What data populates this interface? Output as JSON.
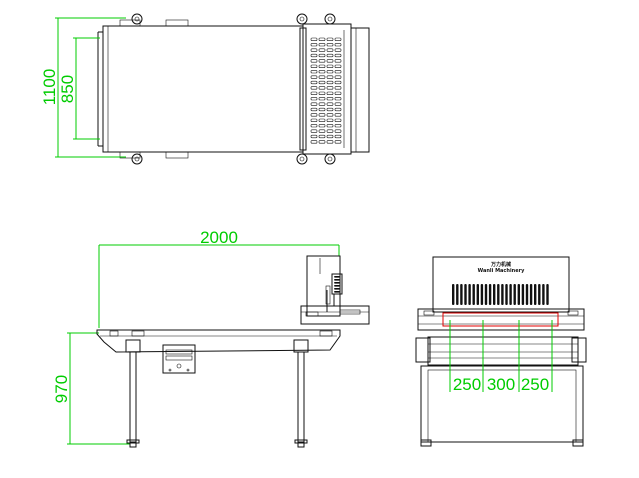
{
  "dimensions": {
    "top_view_outer_width": "1100",
    "top_view_inner_width": "850",
    "side_view_length": "2000",
    "side_view_height": "970",
    "front_view_section_left": "250",
    "front_view_section_middle": "300",
    "front_view_section_right": "250"
  },
  "front_view": {
    "brand_line_1": "万力机械",
    "brand_line_2": "Wanli Machinery"
  },
  "colors": {
    "dimension": "#00cc00",
    "outline": "#111111",
    "highlight": "#e00000"
  }
}
